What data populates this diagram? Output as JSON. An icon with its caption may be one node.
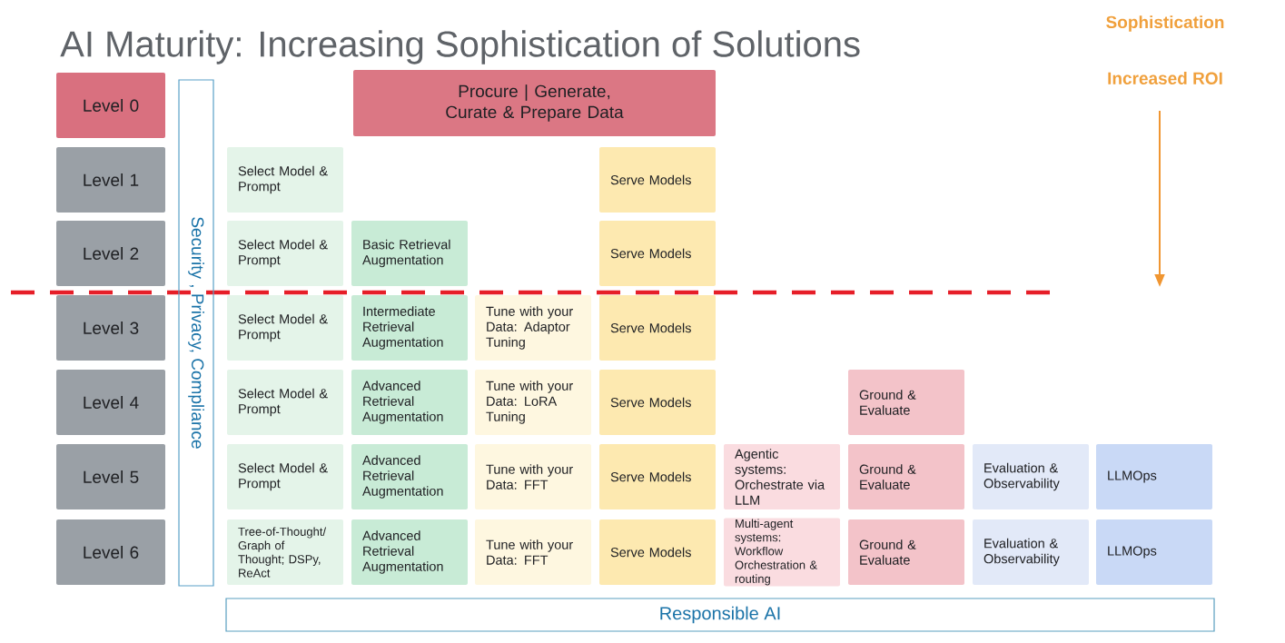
{
  "diagram": {
    "title": "AI Maturity: Increasing Sophistication of Solutions",
    "nodes": [
      {
        "text": [
          "Level 0"
        ]
      },
      {
        "text": [
          "Security , Privacy, Compliance"
        ]
      },
      {
        "text": [
          "Procure | Generate, Curate & Prepare Data"
        ]
      },
      {
        "text": [
          "Level 1"
        ]
      },
      {
        "text": [
          "Select Model & Prompt"
        ]
      },
      {
        "text": [
          "Serve Models"
        ]
      },
      {
        "text": [
          "Level 2"
        ]
      },
      {
        "text": [
          "Select Model & Prompt"
        ]
      },
      {
        "text": [
          "Basic Retrieval Augmentation"
        ]
      },
      {
        "text": [
          "Serve Models"
        ]
      },
      {
        "text": [
          "Level 3"
        ]
      },
      {
        "text": [
          "Select Model & Prompt"
        ]
      },
      {
        "text": [
          "Intermediate Retrieval Augmentation"
        ]
      },
      {
        "text": [
          "Tune with your Data: Adaptor Tuning"
        ]
      },
      {
        "text": [
          "Serve Models"
        ]
      },
      {
        "text": [
          "Level 4"
        ]
      },
      {
        "text": [
          "Select Model & Prompt"
        ]
      },
      {
        "text": [
          "Advanced Retrieval Augmentation"
        ]
      },
      {
        "text": [
          "Tune with your Data: LoRA Tuning"
        ]
      },
      {
        "text": [
          "Serve Models"
        ]
      },
      {
        "text": [
          "Ground & Evaluate"
        ]
      },
      {
        "text": [
          "Level 5"
        ]
      },
      {
        "text": [
          "Select Model & Prompt"
        ]
      },
      {
        "text": [
          "Advanced Retrieval Augmentation"
        ]
      },
      {
        "text": [
          "Tune with your Data: FFT"
        ]
      },
      {
        "text": [
          "Serve Models"
        ]
      },
      {
        "text": [
          "Agentic systems: Orchestrate via LLM"
        ]
      },
      {
        "text": [
          "Ground & Evaluate"
        ]
      },
      {
        "text": [
          "Evaluation & Observability"
        ]
      },
      {
        "text": [
          "LLMOps"
        ]
      },
      {
        "text": [
          "Level 6"
        ]
      },
      {
        "text": [
          "Tree-of-Thought/ Graph of Thought; DSPy, ReAct"
        ]
      },
      {
        "text": [
          "Advanced Retrieval Augmentation"
        ]
      },
      {
        "text": [
          "Tune with your Data: FFT"
        ]
      },
      {
        "text": [
          "Serve Models"
        ]
      },
      {
        "text": [
          "Multi-agent systems: Workflow Orchestration & routing"
        ]
      },
      {
        "text": [
          "Ground & Evaluate"
        ]
      },
      {
        "text": [
          "Evaluation & Observability"
        ]
      },
      {
        "text": [
          "LLMOps"
        ]
      },
      {
        "text": [
          "Responsible AI"
        ]
      }
    ],
    "labels": [
      "Sophistication",
      "Increased ROI"
    ]
  }
}
